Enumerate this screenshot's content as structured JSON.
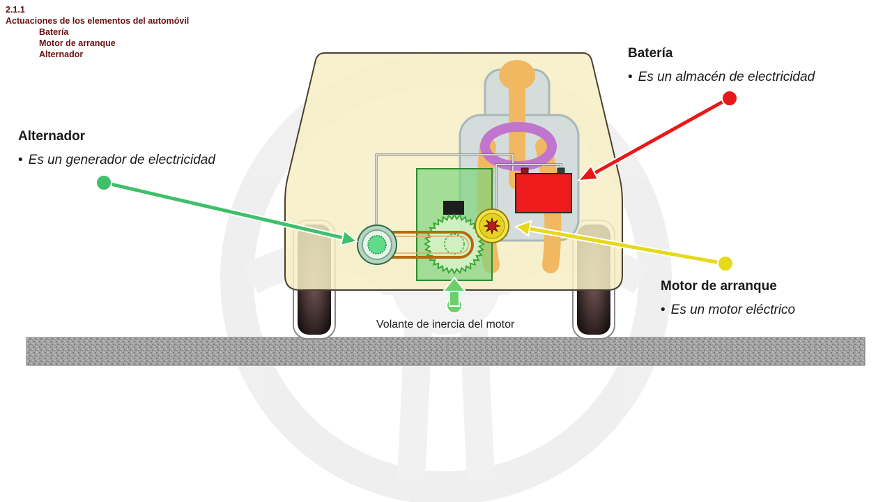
{
  "breadcrumb": {
    "section": "2.1.1",
    "title": "Actuaciones de los elementos del automóvil",
    "items": [
      "Batería",
      "Motor de arranque",
      "Alternador"
    ]
  },
  "components": {
    "bateria": {
      "title": "Batería",
      "bullet": "•",
      "description": "Es un almacén de electricidad",
      "color": "#e81818"
    },
    "alternador": {
      "title": "Alternador",
      "bullet": "•",
      "description": "Es un generador de electricidad",
      "color": "#3fbf6a"
    },
    "motor_arranque": {
      "title": "Motor de arranque",
      "bullet": "•",
      "description": "Es un motor eléctrico",
      "color": "#e6d81a"
    }
  },
  "flywheel": {
    "caption": "Volante de inercia del motor",
    "color": "#5fd35f"
  },
  "colors": {
    "car_body": "#f6efc4",
    "ground": "#9a9a9a",
    "watermark": "#efefef",
    "toc_text": "#6b1010"
  }
}
